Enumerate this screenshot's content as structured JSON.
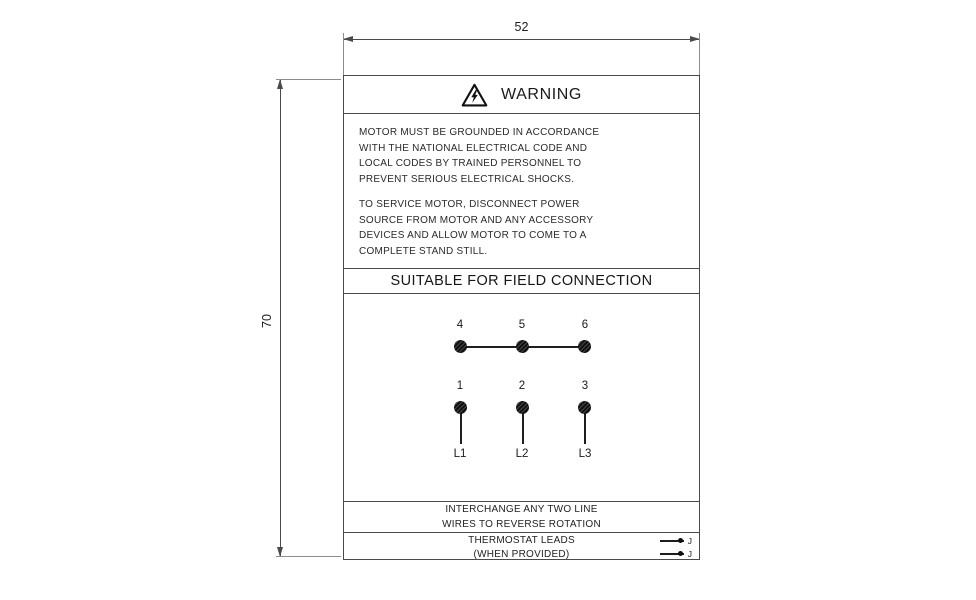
{
  "drawing": {
    "width_dim": "52",
    "height_dim": "70"
  },
  "label": {
    "header": {
      "title": "WARNING",
      "icon": "warning-triangle-lightning-icon"
    },
    "warning_text": {
      "paragraph1": "MOTOR MUST BE GROUNDED IN ACCORDANCE\nWITH THE NATIONAL ELECTRICAL CODE AND\nLOCAL CODES BY TRAINED PERSONNEL TO\nPREVENT SERIOUS ELECTRICAL SHOCKS.",
      "paragraph2": "TO SERVICE MOTOR, DISCONNECT POWER\nSOURCE FROM MOTOR AND ANY ACCESSORY\nDEVICES AND ALLOW MOTOR TO COME TO A\nCOMPLETE STAND STILL."
    },
    "section_title": "SUITABLE FOR FIELD CONNECTION",
    "terminals": {
      "top_row": [
        "4",
        "5",
        "6"
      ],
      "bottom_row": [
        "1",
        "2",
        "3"
      ],
      "line_leads": [
        "L1",
        "L2",
        "L3"
      ]
    },
    "rotation_note": "INTERCHANGE ANY TWO LINE\nWIRES TO REVERSE ROTATION",
    "thermostat": {
      "note": "THERMOSTAT LEADS\n(WHEN PROVIDED)",
      "lead_labels": [
        "J",
        "J"
      ]
    }
  },
  "colors": {
    "line": "#4a4a4a",
    "ink": "#1d1d1d",
    "background": "#ffffff"
  }
}
